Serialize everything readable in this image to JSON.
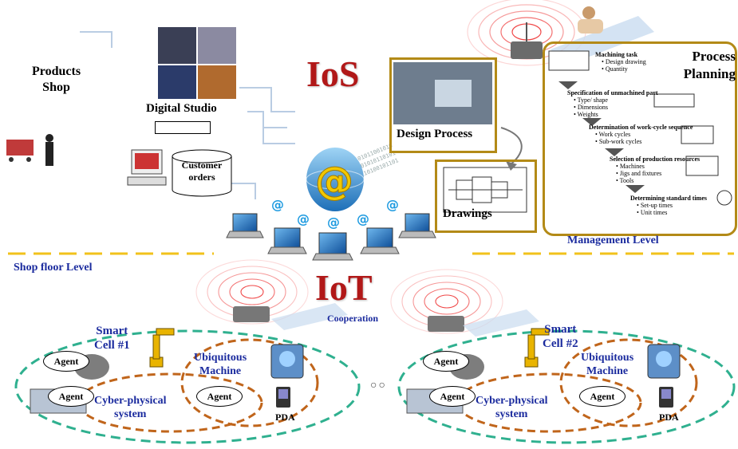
{
  "titles": {
    "ios": "IoS",
    "iot": "IoT"
  },
  "shop": {
    "products_line1": "Products",
    "products_line2": "Shop",
    "studio": "Digital Studio",
    "orders_line1": "Customer",
    "orders_line2": "orders"
  },
  "design": {
    "design_process": "Design Process",
    "drawings": "Drawings"
  },
  "planning": {
    "title_line1": "Process",
    "title_line2": "Planning",
    "steps": [
      {
        "title": "Machining task",
        "bullets": [
          "Design drawing",
          "Quantity"
        ]
      },
      {
        "title": "Specification of unmachined part",
        "bullets": [
          "Type/ shape",
          "Dimensions",
          "Weights"
        ]
      },
      {
        "title": "Determination of work-cycle sequence",
        "bullets": [
          "Work cycles",
          "Sub-work cycles"
        ]
      },
      {
        "title": "Selection of production resources",
        "bullets": [
          "Machines",
          "Jigs and fixtures",
          "Tools"
        ]
      },
      {
        "title": "Determining standard times",
        "bullets": [
          "Set-up times",
          "Unit times"
        ]
      }
    ]
  },
  "levels": {
    "management": "Management Level",
    "shop_floor": "Shop floor Level",
    "cooperation": "Cooperation"
  },
  "cells": [
    {
      "smart_line1": "Smart",
      "smart_line2": "Cell #1",
      "ubi_line1": "Ubiquitous",
      "ubi_line2": "Machine",
      "cps_line1": "Cyber-physical",
      "cps_line2": "system",
      "pda": "PDA",
      "agent": "Agent"
    },
    {
      "smart_line1": "Smart",
      "smart_line2": "Cell #2",
      "ubi_line1": "Ubiquitous",
      "ubi_line2": "Machine",
      "cps_line1": "Cyber-physical",
      "cps_line2": "system",
      "pda": "PDA",
      "agent": "Agent"
    }
  ],
  "ellipsis": "○○",
  "colors": {
    "title_red": "#b11818",
    "label_blue": "#1b2b9e",
    "frame_gold": "#b38a17",
    "dash_gold": "#f2c21b",
    "teal_dash": "#2fb08f",
    "orange_dash": "#c0651b"
  }
}
